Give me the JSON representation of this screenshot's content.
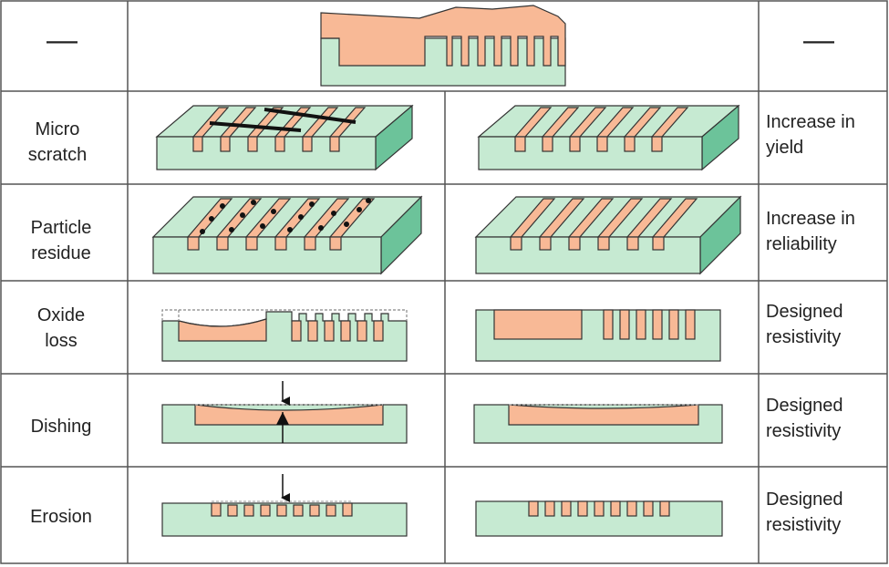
{
  "header": {
    "left_dash": "—",
    "right_dash": "—"
  },
  "rows": [
    {
      "defect": "Micro\nscratch",
      "result": "Increase in\nyield"
    },
    {
      "defect": "Particle\nresidue",
      "result": "Increase in\nreliability"
    },
    {
      "defect": "Oxide\nloss",
      "result": "Designed\nresistivity"
    },
    {
      "defect": "Dishing",
      "result": "Designed\nresistivity"
    },
    {
      "defect": "Erosion",
      "result": "Designed\nresistivity"
    }
  ],
  "colors": {
    "copper": "#f8b996",
    "oxide_top": "#c6ead2",
    "oxide_side": "#6cc39a",
    "outline": "#333333",
    "grid": "#555555"
  }
}
